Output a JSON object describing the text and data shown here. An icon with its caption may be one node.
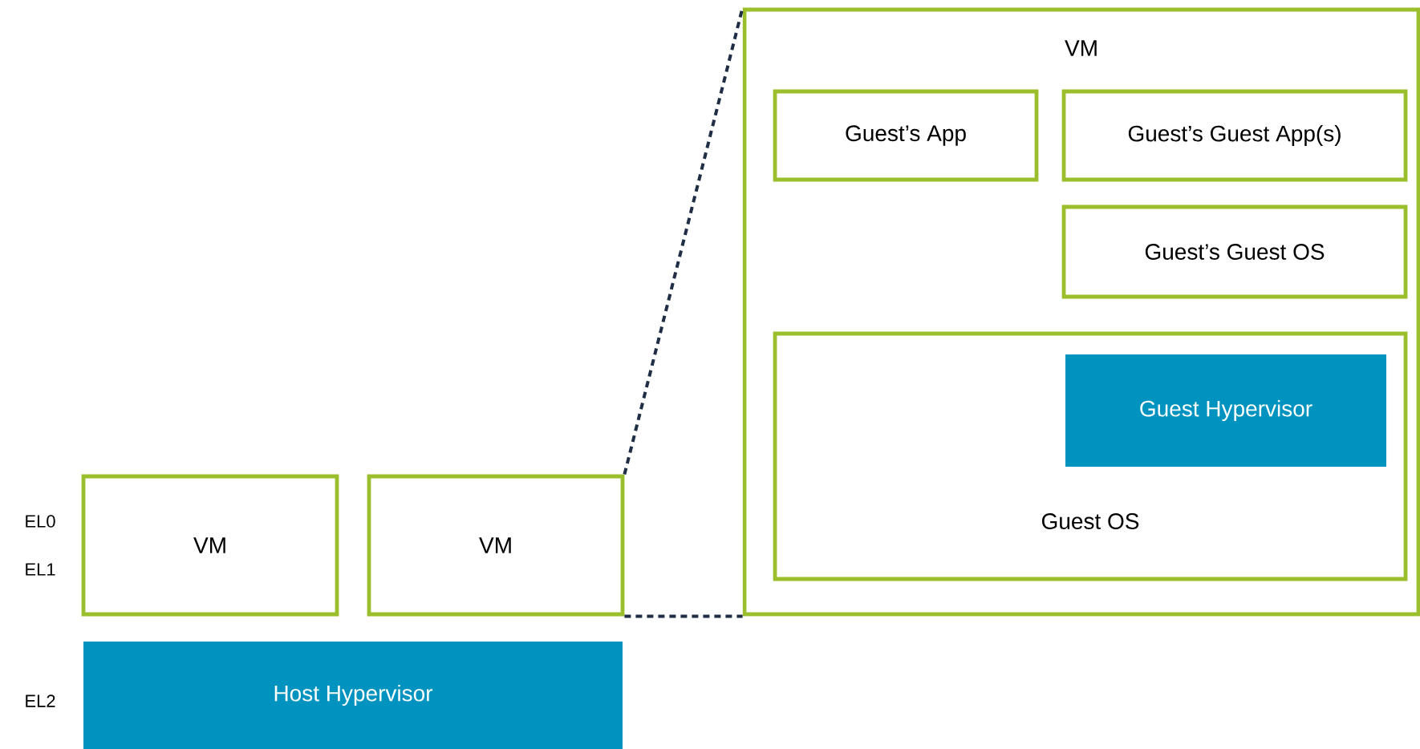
{
  "diagram": {
    "nodes": [
      {
        "text": [
          "VM"
        ]
      },
      {
        "text": [
          "VM"
        ]
      },
      {
        "text": [
          "Host Hypervisor"
        ]
      },
      {
        "text": [
          "VM"
        ]
      },
      {
        "text": [
          "Guest’s App"
        ],
        "in": 3
      },
      {
        "text": [
          "Guest’s Guest App(s)"
        ],
        "in": 3
      },
      {
        "text": [
          "Guest’s Guest OS"
        ],
        "in": 3
      },
      {
        "text": [
          "Guest OS"
        ],
        "in": 3
      },
      {
        "text": [
          "Guest Hypervisor"
        ],
        "in": 7
      }
    ],
    "edges": [
      {
        "from": 1,
        "to": 3,
        "arrow": "none",
        "style": "dashed"
      },
      {
        "from": 1,
        "to": 3,
        "arrow": "none",
        "style": "dashed"
      }
    ],
    "labels": [
      "EL0",
      "EL1",
      "EL2"
    ]
  }
}
